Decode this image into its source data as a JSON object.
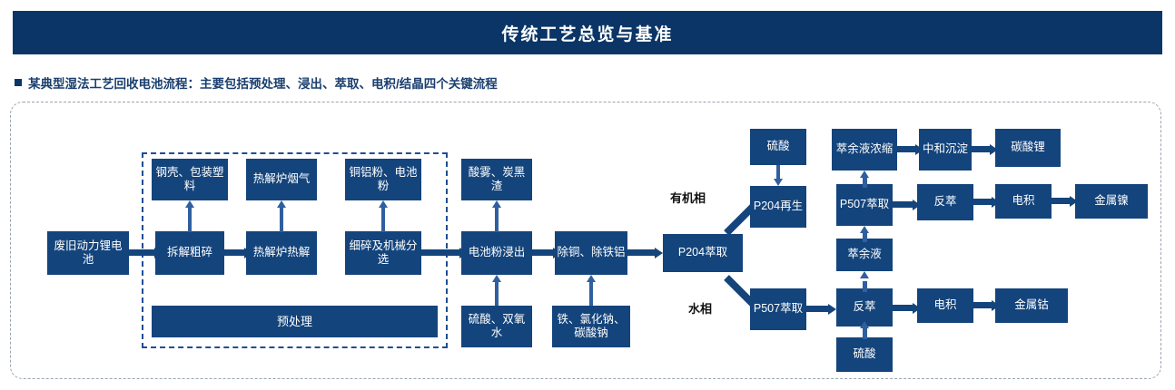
{
  "header": {
    "title": "传统工艺总览与基准"
  },
  "subtitle": {
    "bullet_icon": "square-bullet-icon",
    "text": "某典型湿法工艺回收电池流程：主要包括预处理、浸出、萃取、电积/结晶四个关键流程"
  },
  "colors": {
    "header_bg": "#0a3566",
    "node_fill": "#14447c",
    "node_text": "#ffffff",
    "subtitle_text": "#1a3f6f",
    "group_border": "#1f4e93",
    "container_border": "#9aa4b0",
    "connector": "#14447c",
    "connector_thin": "#2f5f9e"
  },
  "diagram": {
    "group_label": "预处理",
    "phase_labels": {
      "organic": "有机相",
      "aqueous": "水相"
    },
    "nodes": {
      "waste_battery": "废旧动力锂电池",
      "dismantle_crush": "拆解粗碎",
      "steel_shell_plastic": "钢壳、包装塑料",
      "pyrolysis_furnace": "热解炉热解",
      "pyrolysis_fluegas": "热解炉烟气",
      "fine_crush_sort": "细碎及机械分选",
      "cu_al_powder": "铜铝粉、电池粉",
      "powder_leach": "电池粉浸出",
      "acid_mist_carbon": "酸雾、炭黑渣",
      "sulfuric_peroxide": "硫酸、双氧水",
      "remove_cu_fe_al": "除铜、除铁铝",
      "iron_nacl_na2co3": "铁、氯化钠、碳酸钠",
      "p204_extraction": "P204萃取",
      "p204_regeneration": "P204再生",
      "sulfuric_acid_top": "硫酸",
      "raffinate_concentrate": "萃余液浓缩",
      "neutralize_precipitate": "中和沉淀",
      "lithium_carbonate": "碳酸锂",
      "p507_extraction_top": "P507萃取",
      "stripping_top": "反萃",
      "electrowinning_top": "电积",
      "metal_nickel": "金属镍",
      "raffinate_mid": "萃余液",
      "p507_extraction_bottom": "P507萃取",
      "stripping_bottom": "反萃",
      "electrowinning_bottom": "电积",
      "metal_cobalt": "金属钴",
      "sulfuric_acid_bottom": "硫酸"
    }
  }
}
